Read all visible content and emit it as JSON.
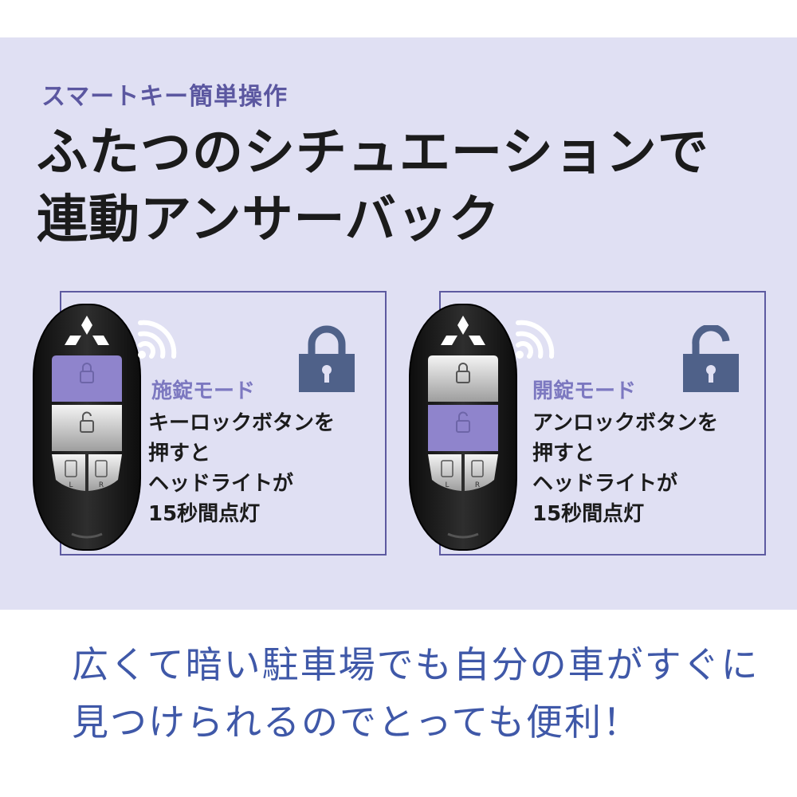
{
  "header": {
    "subtitle": "スマートキー簡単操作",
    "headline_line1": "ふたつのシチュエーションで",
    "headline_line2": "連動アンサーバック"
  },
  "panels": [
    {
      "mode_label": "施錠モード",
      "description": [
        "キーロックボタンを",
        "押すと",
        "ヘッドライトが",
        "15秒間点灯"
      ],
      "lock_icon": "locked-padlock-icon",
      "highlighted_button": "top"
    },
    {
      "mode_label": "開錠モード",
      "description": [
        "アンロックボタンを",
        "押すと",
        "ヘッドライトが",
        "15秒間点灯"
      ],
      "lock_icon": "unlocked-padlock-icon",
      "highlighted_button": "second"
    }
  ],
  "fob": {
    "side_button_left": "L",
    "side_button_right": "R"
  },
  "tagline": {
    "line1": "広くて暗い駐車場でも自分の車がすぐに",
    "line2": "見つけられるのでとっても便利！"
  },
  "colors": {
    "background_band": "#e0e0f3",
    "accent_purple": "#8f84cc",
    "panel_border": "#5d5aa0",
    "lock_icon": "#4f6189",
    "tagline_blue": "#3f58a8"
  }
}
